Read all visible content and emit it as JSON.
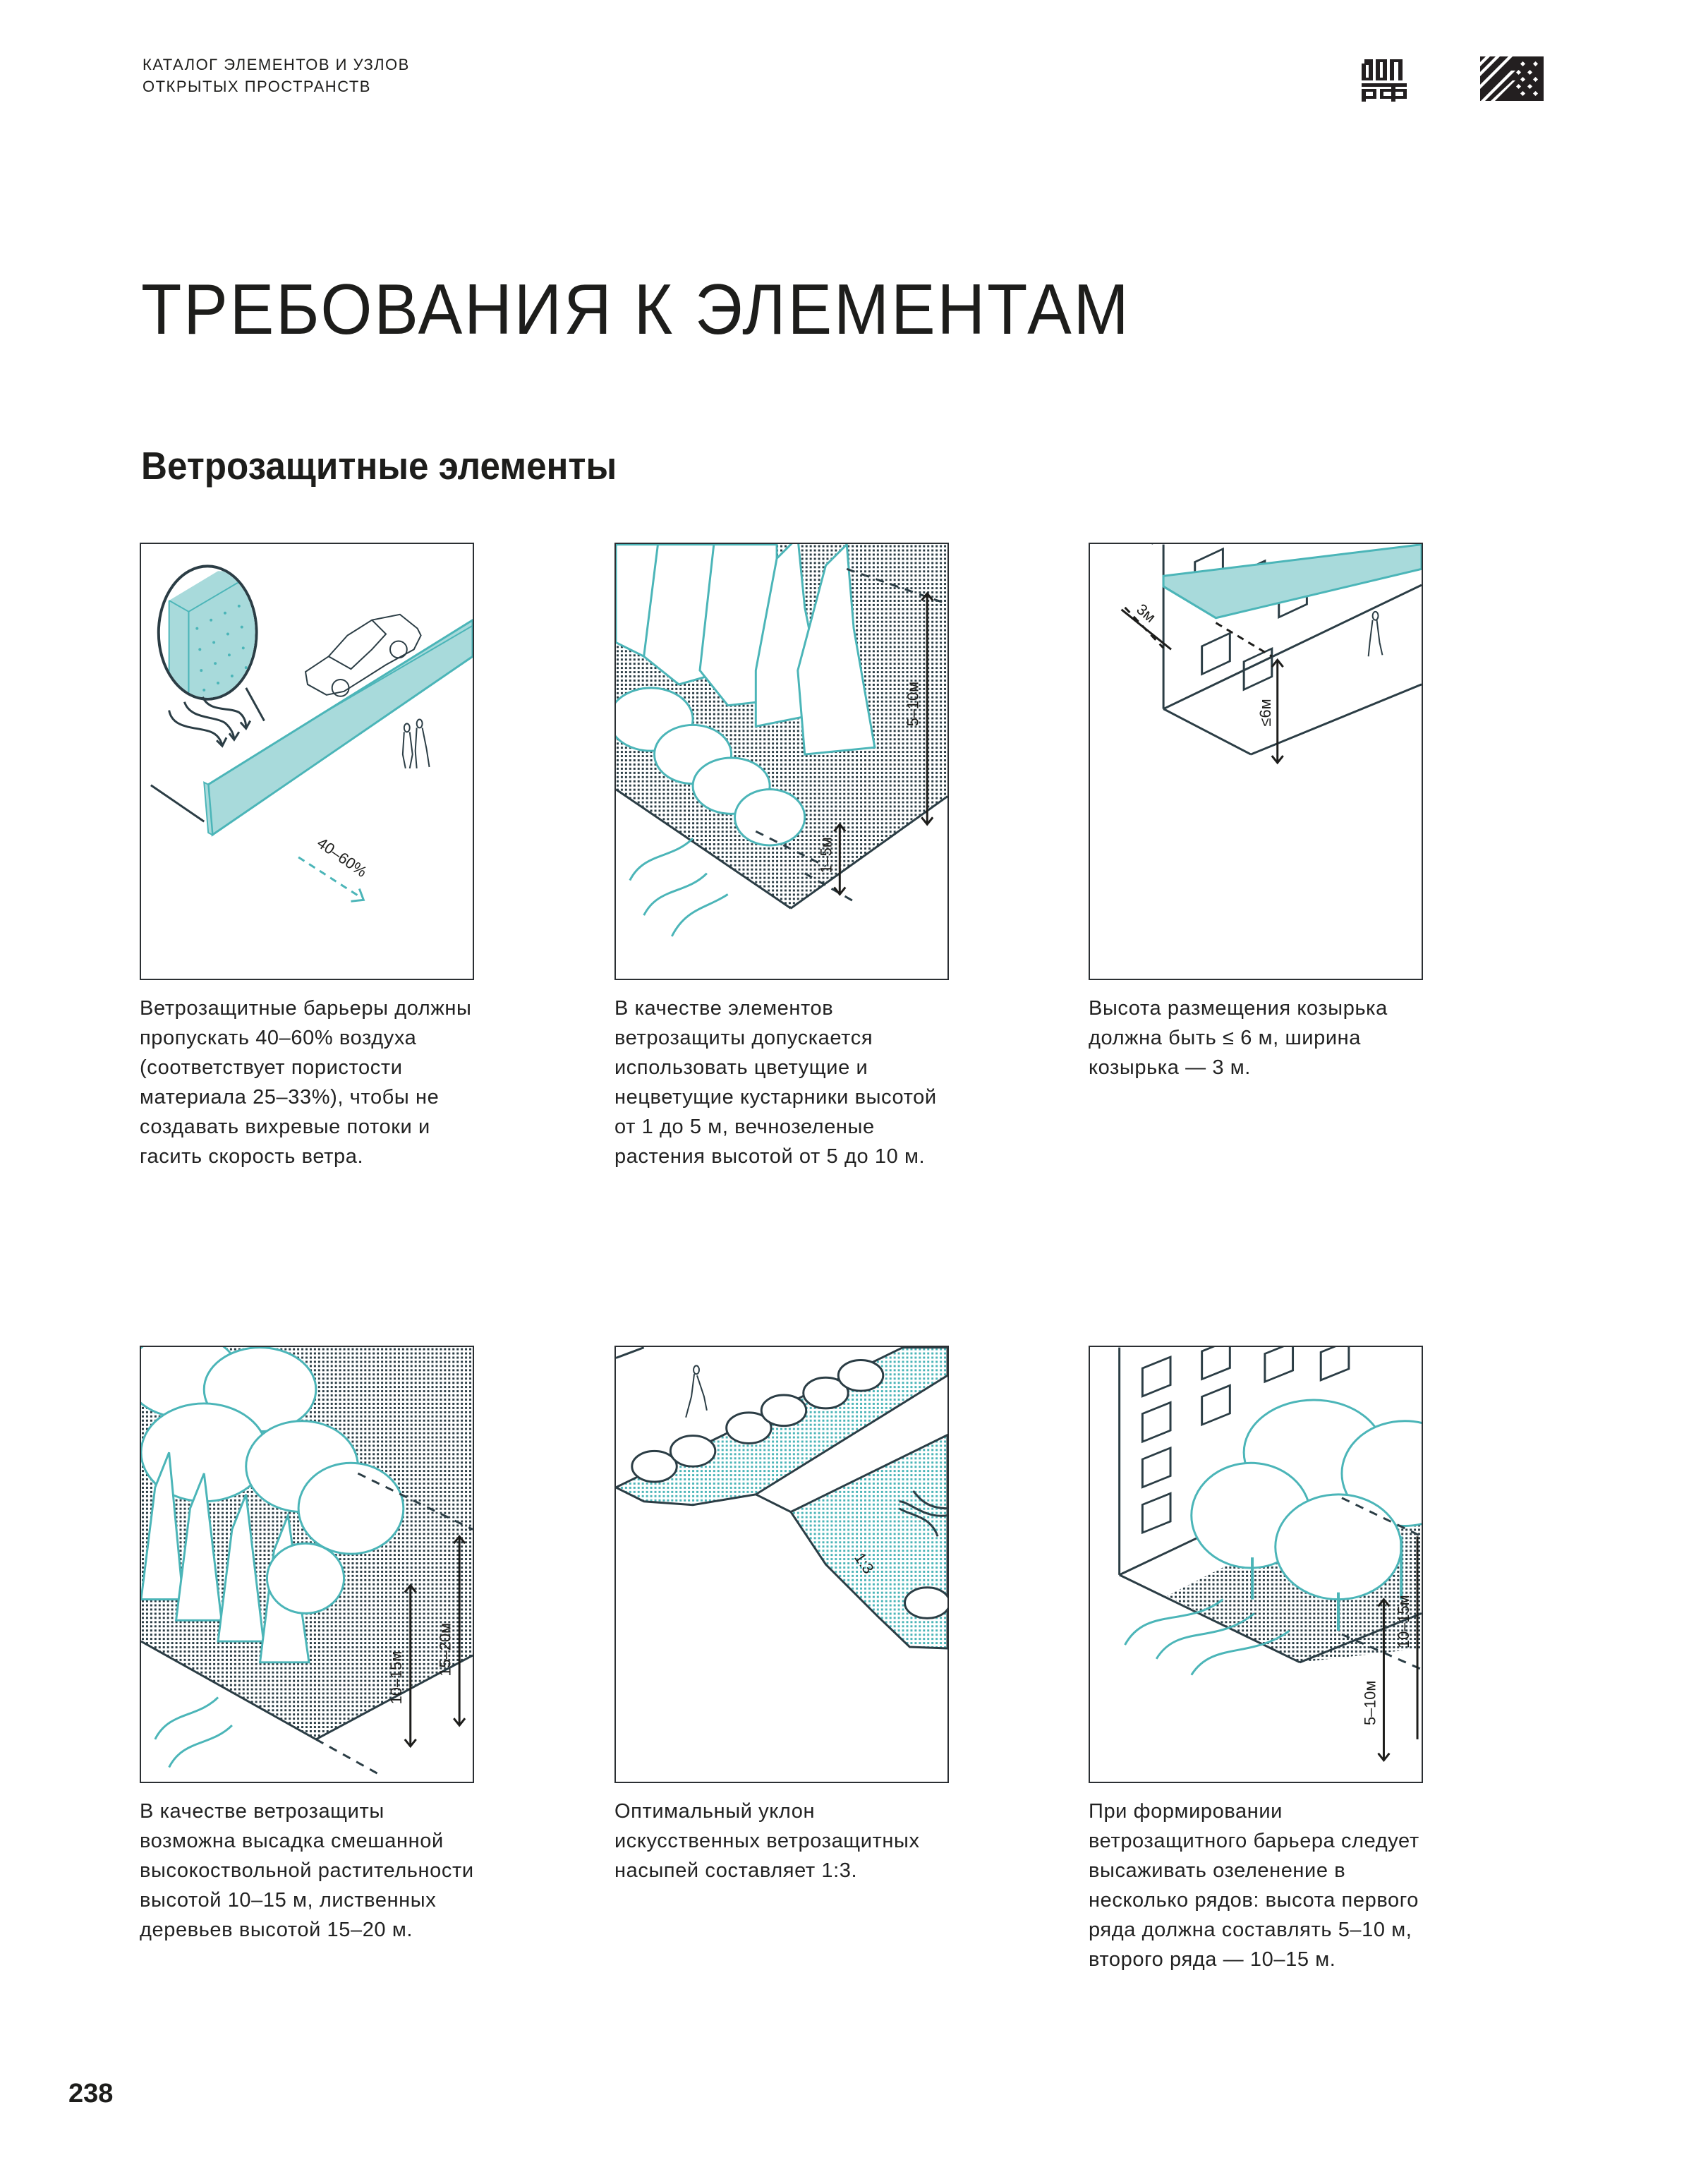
{
  "header": {
    "catalog_line1": "КАТАЛОГ ЭЛЕМЕНТОВ И УЗЛОВ",
    "catalog_line2": "ОТКРЫТЫХ ПРОСТРАНСТВ",
    "logos": [
      "dom-rf-logo",
      "pattern-logo"
    ]
  },
  "page": {
    "title": "ТРЕБОВАНИЯ К ЭЛЕМЕНТАМ",
    "section_title": "Ветрозащитные элементы",
    "page_number": "238"
  },
  "colors": {
    "teal_fill": "#a8dadb",
    "teal_line": "#4bb5b8",
    "dark_line": "#2b3d45",
    "text": "#1d1d1b"
  },
  "panels": [
    {
      "illustration": "porous-barrier-wall",
      "labels": {
        "porosity": "40–60%"
      },
      "caption": "Ветрозащитные барьеры должны пропускать 40–60% воздуха (соответствует пористости материала 25–33%), чтобы не создавать вихревые потоки и гасить скорость ветра."
    },
    {
      "illustration": "shrubs-and-evergreens",
      "labels": {
        "shrub_height": "1–5м",
        "evergreen_height": "5–10м"
      },
      "caption": "В качестве элементов ветрозащиты допускается использовать цветущие и нецветущие кустарники высотой от 1 до 5 м, вечнозеленые растения высотой от 5 до 10 м."
    },
    {
      "illustration": "building-canopy",
      "labels": {
        "canopy_width": "3м",
        "canopy_height": "≤6м"
      },
      "caption": "Высота размещения козырька должна быть ≤ 6 м, ширина козырька — 3 м."
    },
    {
      "illustration": "mixed-tall-trees",
      "labels": {
        "mixed_height": "10–15м",
        "deciduous_height": "15–20м"
      },
      "caption": "В качестве ветрозащиты возможна высадка смешанной высокоствольной растительности высотой 10–15 м, лиственных деревьев высотой 15–20 м."
    },
    {
      "illustration": "embankment-slope",
      "labels": {
        "slope": "1:3"
      },
      "caption": "Оптимальный уклон искусственных ветрозащитных насыпей составляет 1:3."
    },
    {
      "illustration": "two-row-tree-barrier",
      "labels": {
        "first_row": "5–10м",
        "second_row": "10–15м"
      },
      "caption": "При формировании ветрозащитного барьера следует высаживать озеленение в несколько рядов: высота первого ряда должна составлять 5–10 м, второго ряда — 10–15 м."
    }
  ]
}
